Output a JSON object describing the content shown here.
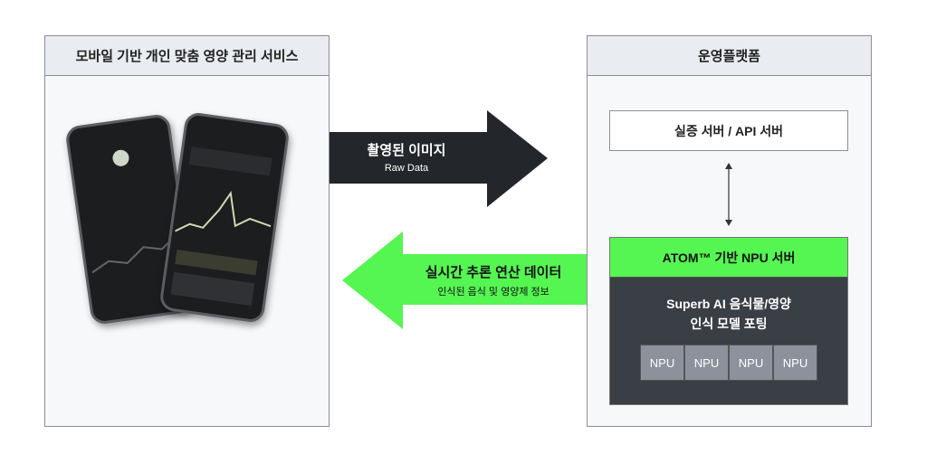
{
  "left_panel": {
    "title": "모바일 기반 개인 맞춤 영양 관리 서비스"
  },
  "right_panel": {
    "title": "운영플랫폼",
    "auth_server": "실증 서버 / API 서버",
    "npu_server_title": "ATOM™ 기반 NPU 서버",
    "model_line1": "Superb AI 음식물/영양",
    "model_line2": "인식 모델 포팅",
    "npu_units": [
      "NPU",
      "NPU",
      "NPU",
      "NPU"
    ]
  },
  "arrow_right": {
    "title": "촬영된 이미지",
    "subtitle": "Raw Data",
    "color": "#23272b"
  },
  "arrow_left": {
    "title": "실시간 추론 연산 데이터",
    "subtitle": "인식된 음식 및 영양제 정보",
    "color": "#55f552"
  }
}
